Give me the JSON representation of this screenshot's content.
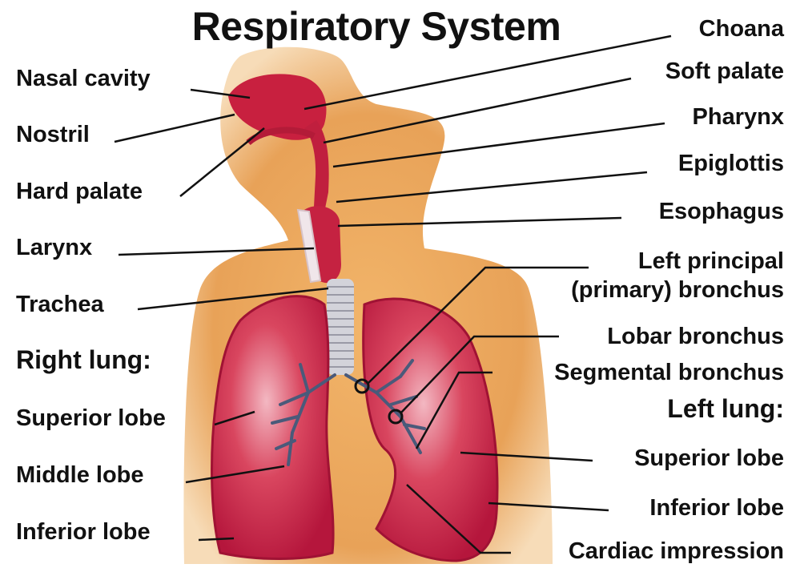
{
  "title": "Respiratory System",
  "colors": {
    "skin": "#e6a45c",
    "lung": "#c8204a",
    "airway": "#b81e3e",
    "trachea": "#cfcfd6",
    "bronchi": "#4a5a7a",
    "lines": "#111111"
  },
  "labels_left": {
    "nasal_cavity": "Nasal cavity",
    "nostril": "Nostril",
    "hard_palate": "Hard palate",
    "larynx": "Larynx",
    "trachea": "Trachea",
    "right_lung": "Right lung:",
    "superior_lobe": "Superior lobe",
    "middle_lobe": "Middle lobe",
    "inferior_lobe": "Inferior lobe"
  },
  "labels_right": {
    "choana": "Choana",
    "soft_palate": "Soft palate",
    "pharynx": "Pharynx",
    "epiglottis": "Epiglottis",
    "esophagus": "Esophagus",
    "left_principal_1": "Left principal",
    "left_principal_2": "(primary) bronchus",
    "lobar_bronchus": "Lobar bronchus",
    "segmental_bronchus": "Segmental bronchus",
    "left_lung": "Left lung:",
    "superior_lobe": "Superior lobe",
    "inferior_lobe": "Inferior lobe",
    "cardiac_impression": "Cardiac impression"
  }
}
